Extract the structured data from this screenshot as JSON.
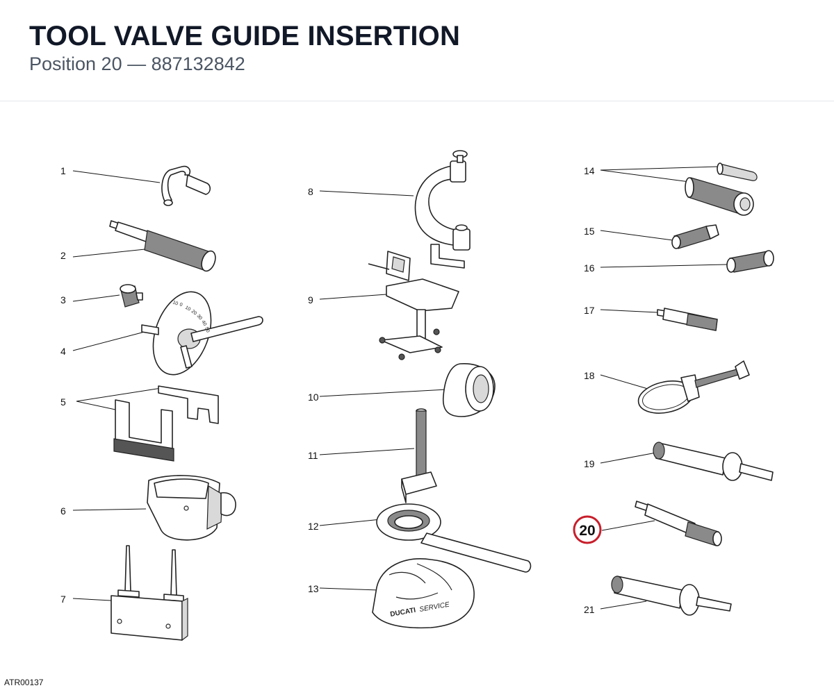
{
  "header": {
    "title": "TOOL VALVE GUIDE INSERTION",
    "subtitle": "Position 20 — 887132842"
  },
  "footer": {
    "code": "ATR00137"
  },
  "callouts": {
    "c1": "1",
    "c2": "2",
    "c3": "3",
    "c4": "4",
    "c5": "5",
    "c6": "6",
    "c7": "7",
    "c8": "8",
    "c9": "9",
    "c10": "10",
    "c11": "11",
    "c12": "12",
    "c13": "13",
    "c14": "14",
    "c15": "15",
    "c16": "16",
    "c17": "17",
    "c18": "18",
    "c19": "19",
    "c20": "20",
    "c21": "21"
  },
  "highlight": {
    "position": "20",
    "color": "#c81e2b"
  },
  "labels": {
    "dial_marks": [
      "10",
      "0",
      "10",
      "20",
      "30",
      "40",
      "50"
    ],
    "bag_brand": "DUCATI",
    "bag_text": "SERVICE"
  }
}
